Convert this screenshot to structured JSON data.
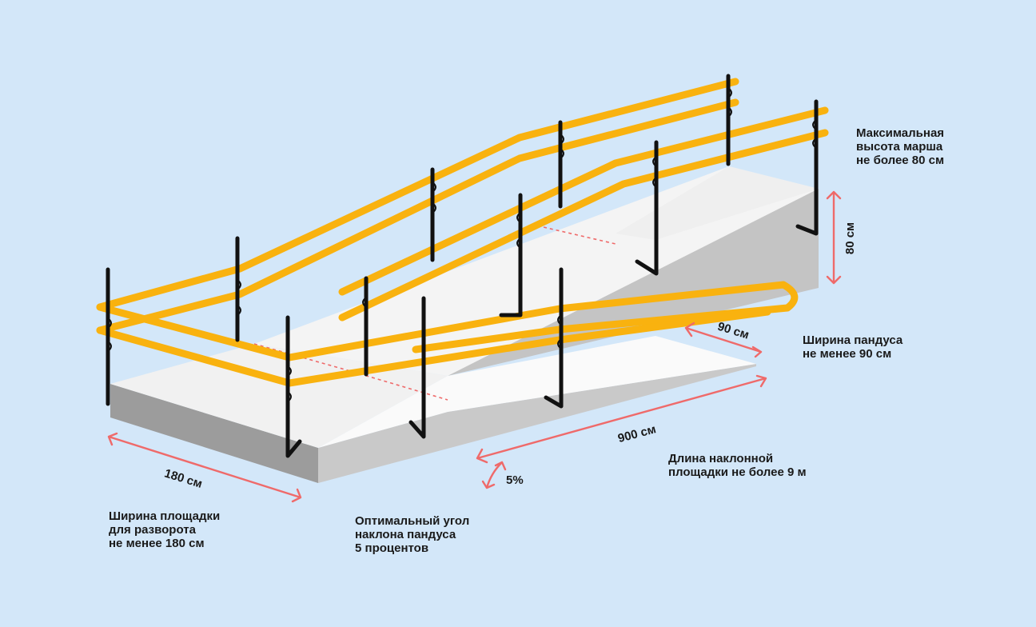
{
  "labels": {
    "max_height": "Максимальная\nвысота марша\nне более 80 см",
    "ramp_width": "Ширина пандуса\nне менее 90 см",
    "ramp_length": "Длина наклонной\nплощадки не более 9 м",
    "platform_width": "Ширина площадки\nдля разворота\nне менее 180 см",
    "optimal_angle": "Оптимальный угол\nнаклона пандуса\n5 процентов"
  },
  "dimensions": {
    "height": "80 см",
    "width": "90 см",
    "length": "900 см",
    "platform": "180 см",
    "slope": "5%"
  },
  "colors": {
    "background": "#d3e7f9",
    "handrail": "#f9b20f",
    "post": "#111111",
    "dimension": "#ef6a6a",
    "surface": "#f1f1f1",
    "side_face": "#c4c4c4"
  }
}
